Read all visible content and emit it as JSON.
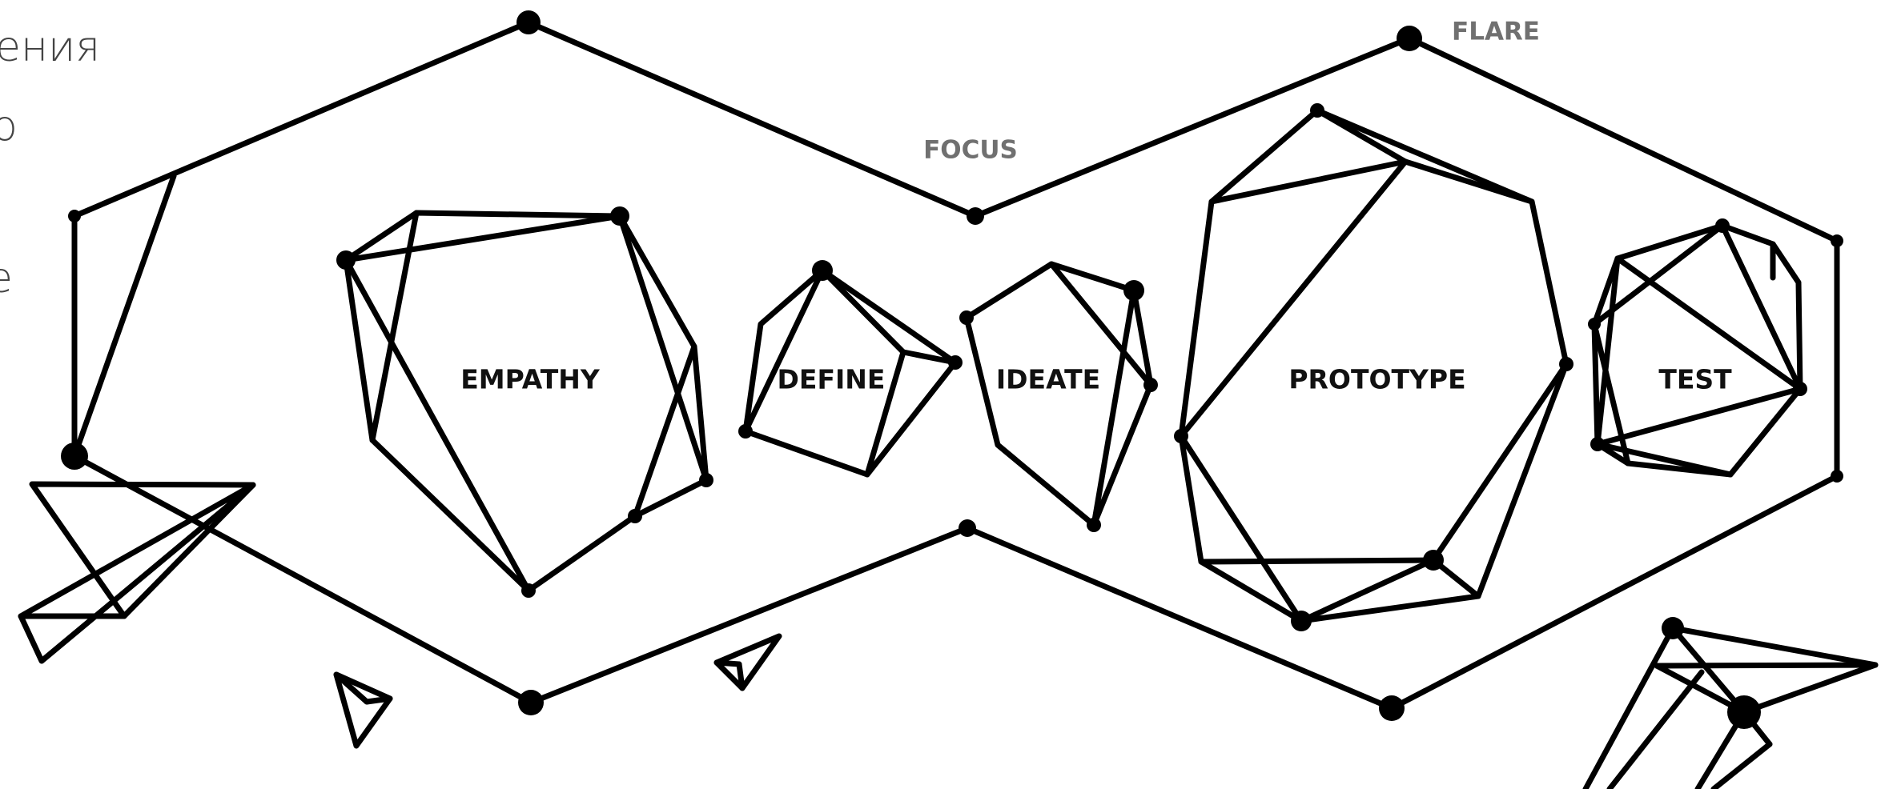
{
  "phase_labels": {
    "flare": "FLARE",
    "focus": "FOCUS"
  },
  "stages": [
    {
      "id": "empathy",
      "label": "EMPATHY"
    },
    {
      "id": "define",
      "label": "DEFINE"
    },
    {
      "id": "ideate",
      "label": "IDEATE"
    },
    {
      "id": "prototype",
      "label": "PROTOTYPE"
    },
    {
      "id": "test",
      "label": "TEST"
    }
  ],
  "cropped_text": {
    "line1": "ения",
    "line2": "о",
    "line3": "е"
  }
}
